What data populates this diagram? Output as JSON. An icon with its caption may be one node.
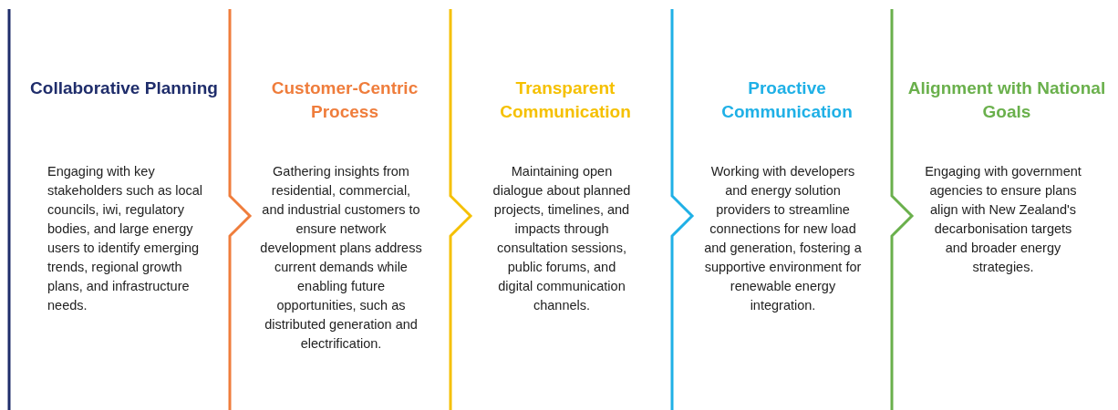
{
  "diagram": {
    "nodes": [
      {
        "text": [
          "Collaborative Planning",
          "Engaging with key stakeholders such as local councils, iwi, regulatory bodies, and large energy users to identify emerging trends, regional growth plans, and infrastructure needs."
        ]
      },
      {
        "text": [
          "Customer-Centric Process",
          "Gathering insights from residential, commercial, and industrial customers to ensure network development plans address current demands while enabling future opportunities, such as distributed generation and electrification."
        ]
      },
      {
        "text": [
          "Transparent Communication",
          "Maintaining open dialogue about planned projects, timelines, and impacts through consultation sessions, public forums, and digital communication channels."
        ]
      },
      {
        "text": [
          "Proactive Communication",
          "Working with developers and energy solution providers to streamline connections for new load and generation, fostering a supportive environment for renewable energy integration."
        ]
      },
      {
        "text": [
          "Alignment with National Goals",
          "Engaging with government agencies to ensure plans align with New Zealand's decarbonisation targets and broader energy strategies."
        ]
      }
    ]
  }
}
